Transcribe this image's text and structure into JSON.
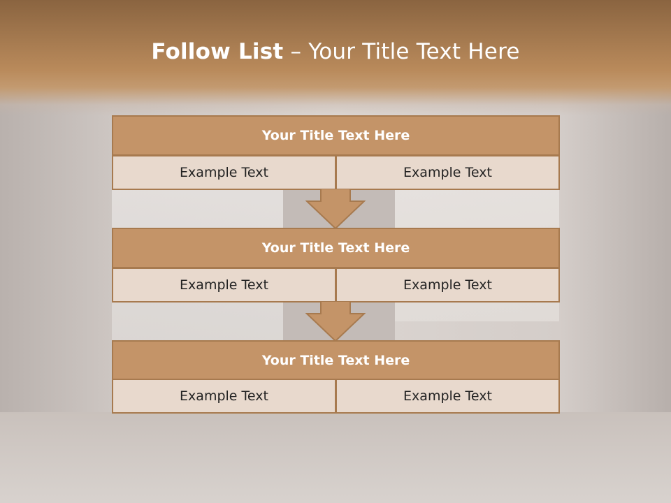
{
  "slide": {
    "title_strong": "Follow List",
    "title_rest": " – Your Title Text Here"
  },
  "blocks": [
    {
      "title": "Your Title Text Here",
      "left": "Example Text",
      "right": "Example Text"
    },
    {
      "title": "Your Title Text Here",
      "left": "Example Text",
      "right": "Example Text"
    },
    {
      "title": "Your Title Text Here",
      "left": "Example Text",
      "right": "Example Text"
    }
  ],
  "colors": {
    "header": "#b98a5b",
    "block_fill": "#c49468",
    "block_border": "#a77a4f",
    "cell_fill": "#e8d9cd"
  }
}
